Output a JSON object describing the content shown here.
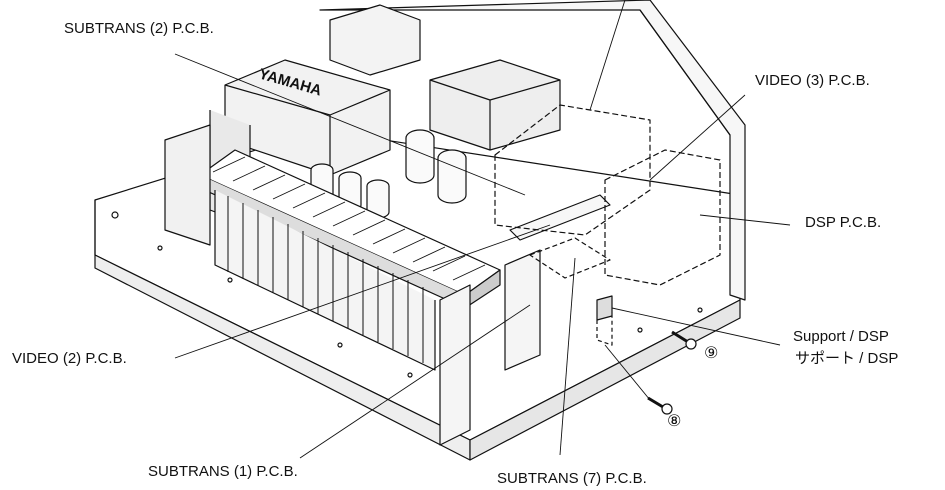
{
  "labels": {
    "subtrans2": "SUBTRANS (2) P.C.B.",
    "video3": "VIDEO (3) P.C.B.",
    "dsp": "DSP P.C.B.",
    "support_en": "Support / DSP",
    "support_jp": "サポート / DSP",
    "video2": "VIDEO (2) P.C.B.",
    "subtrans1": "SUBTRANS (1) P.C.B.",
    "subtrans7": "SUBTRANS (7) P.C.B.",
    "screw9": "⑨",
    "screw8": "⑧",
    "logo": "YAMAHA"
  }
}
